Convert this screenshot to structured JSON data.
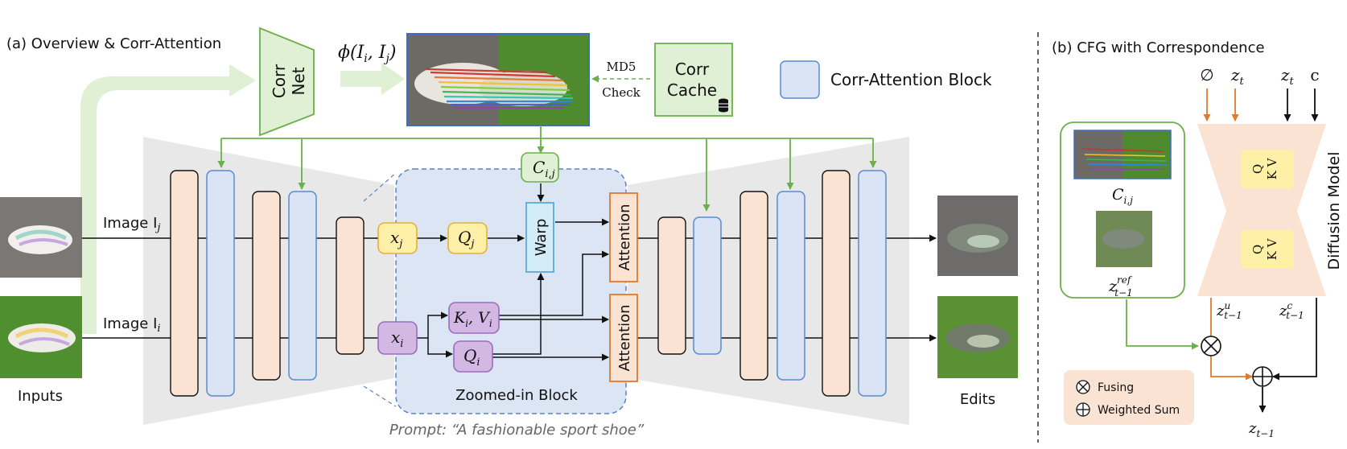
{
  "panel_a": {
    "title": "(a) Overview  &  Corr-Attention",
    "corr_net": "Corr Net",
    "corr_net_lines": [
      "Corr",
      "Net"
    ],
    "phi": "ϕ(I",
    "phi_full": "ϕ(Ii, Ij)",
    "md5": "MD5",
    "check": "Check",
    "corr_cache_lines": [
      "Corr",
      "Cache"
    ],
    "legend_label": "Corr-Attention Block",
    "image_j": "Image I",
    "image_j_sub": "j",
    "image_i": "Image I",
    "image_i_sub": "i",
    "inputs": "Inputs",
    "edits": "Edits",
    "zoomed_in_block": "Zoomed-in Block",
    "prompt": "Prompt: “A fashionable sport shoe”",
    "nodes": {
      "c_ij": "C",
      "c_ij_sub": "i,j",
      "x_j": "x",
      "x_j_sub": "j",
      "q_j": "Q",
      "q_j_sub": "j",
      "warp": "Warp",
      "attention_top": "Attention",
      "attention_bottom": "Attention",
      "x_i": "x",
      "x_i_sub": "i",
      "kv_i": "K",
      "kv_i_sub1": "i",
      "kv_i_mid": ", V",
      "kv_i_sub2": "i",
      "q_i": "Q",
      "q_i_sub": "i"
    }
  },
  "panel_b": {
    "title": "(b) CFG with Correspondence",
    "inputs_top": [
      "∅",
      "z",
      "z",
      "c"
    ],
    "inputs_top_sub": [
      "",
      "t",
      "t",
      ""
    ],
    "c_ij": "C",
    "c_ij_sub": "i,j",
    "z_ref": "z",
    "z_ref_sup": "ref",
    "z_ref_sub": "t−1",
    "model_label": "Diffusion Model",
    "qkv_top": [
      "Q",
      "K V"
    ],
    "qkv_bottom": [
      "Q",
      "K V"
    ],
    "z_u": "z",
    "z_u_sup": "u",
    "z_u_sub": "t−1",
    "z_c": "z",
    "z_c_sup": "c",
    "z_c_sub": "t−1",
    "legend_fusing": "Fusing",
    "legend_weighted_sum": "Weighted Sum",
    "output": "z",
    "output_sub": "t−1"
  },
  "colors": {
    "peach": "#fbe3d3",
    "blue_block": "#dbe4f5",
    "blue_stroke": "#5b8bd0",
    "green_fill": "#dff0d4",
    "green_stroke": "#6bb04a",
    "yellow_fill": "#fff0a8",
    "yellow_stroke": "#e2b13a",
    "purple_fill": "#d4b8e4",
    "purple_stroke": "#9a6cc0",
    "orange": "#e07a2e",
    "zoom_fill": "#dbe5f4",
    "zoom_stroke": "#5a82c7",
    "trapezoid": "#e8e8e8"
  }
}
